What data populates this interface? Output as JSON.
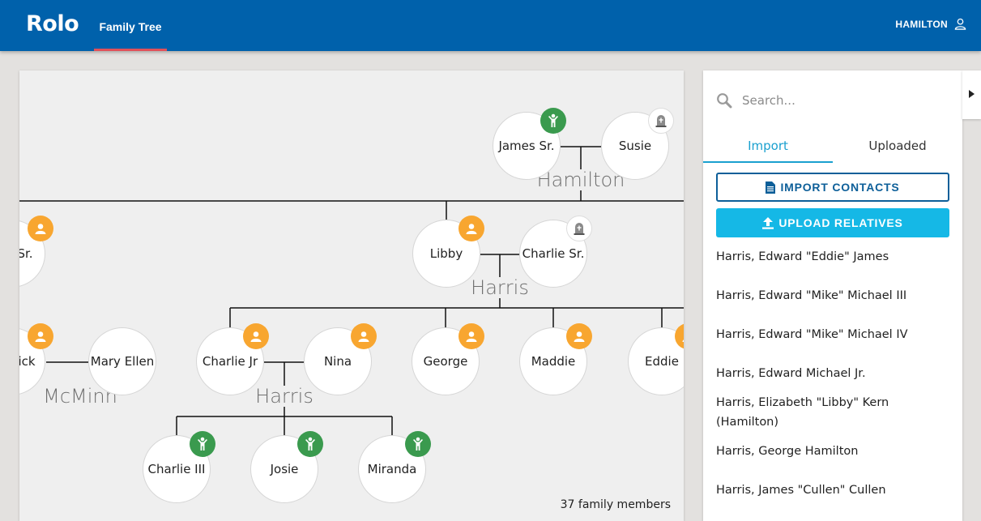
{
  "app": {
    "logo": "Rolo"
  },
  "nav": {
    "family_tree": "Family Tree"
  },
  "user": {
    "name": "HAMILTON"
  },
  "tree": {
    "people": {
      "james_sr": "James Sr.",
      "susie": "Susie",
      "sr": "Sr.",
      "libby": "Libby",
      "charlie_sr": "Charlie Sr.",
      "rick": "ick",
      "mary_ellen": "Mary Ellen",
      "charlie_jr": "Charlie Jr",
      "nina": "Nina",
      "george": "George",
      "maddie": "Maddie",
      "eddie": "Eddie",
      "charlie_iii": "Charlie III",
      "josie": "Josie",
      "miranda": "Miranda"
    },
    "families": {
      "hamilton": "Hamilton",
      "harris_1": "Harris",
      "harris_2": "Harris",
      "mcminn": "McMinn"
    },
    "member_count": "37 family members"
  },
  "search": {
    "placeholder": "Search..."
  },
  "tabs": {
    "import": "Import",
    "uploaded": "Uploaded"
  },
  "buttons": {
    "import_contacts": "IMPORT CONTACTS",
    "upload_relatives": "UPLOAD RELATIVES"
  },
  "contacts": [
    "Harris, Edward \"Eddie\" James",
    "Harris, Edward \"Mike\" Michael III",
    "Harris, Edward \"Mike\" Michael IV",
    "Harris, Edward Michael Jr.",
    "Harris, Elizabeth \"Libby\" Kern (Hamilton)",
    "Harris, George Hamilton",
    "Harris, James \"Cullen\" Cullen"
  ],
  "colors": {
    "header": "#0061ab",
    "accent": "#1aa0cf",
    "living_badge": "#f8a630",
    "child_badge": "#3a9a4e"
  }
}
